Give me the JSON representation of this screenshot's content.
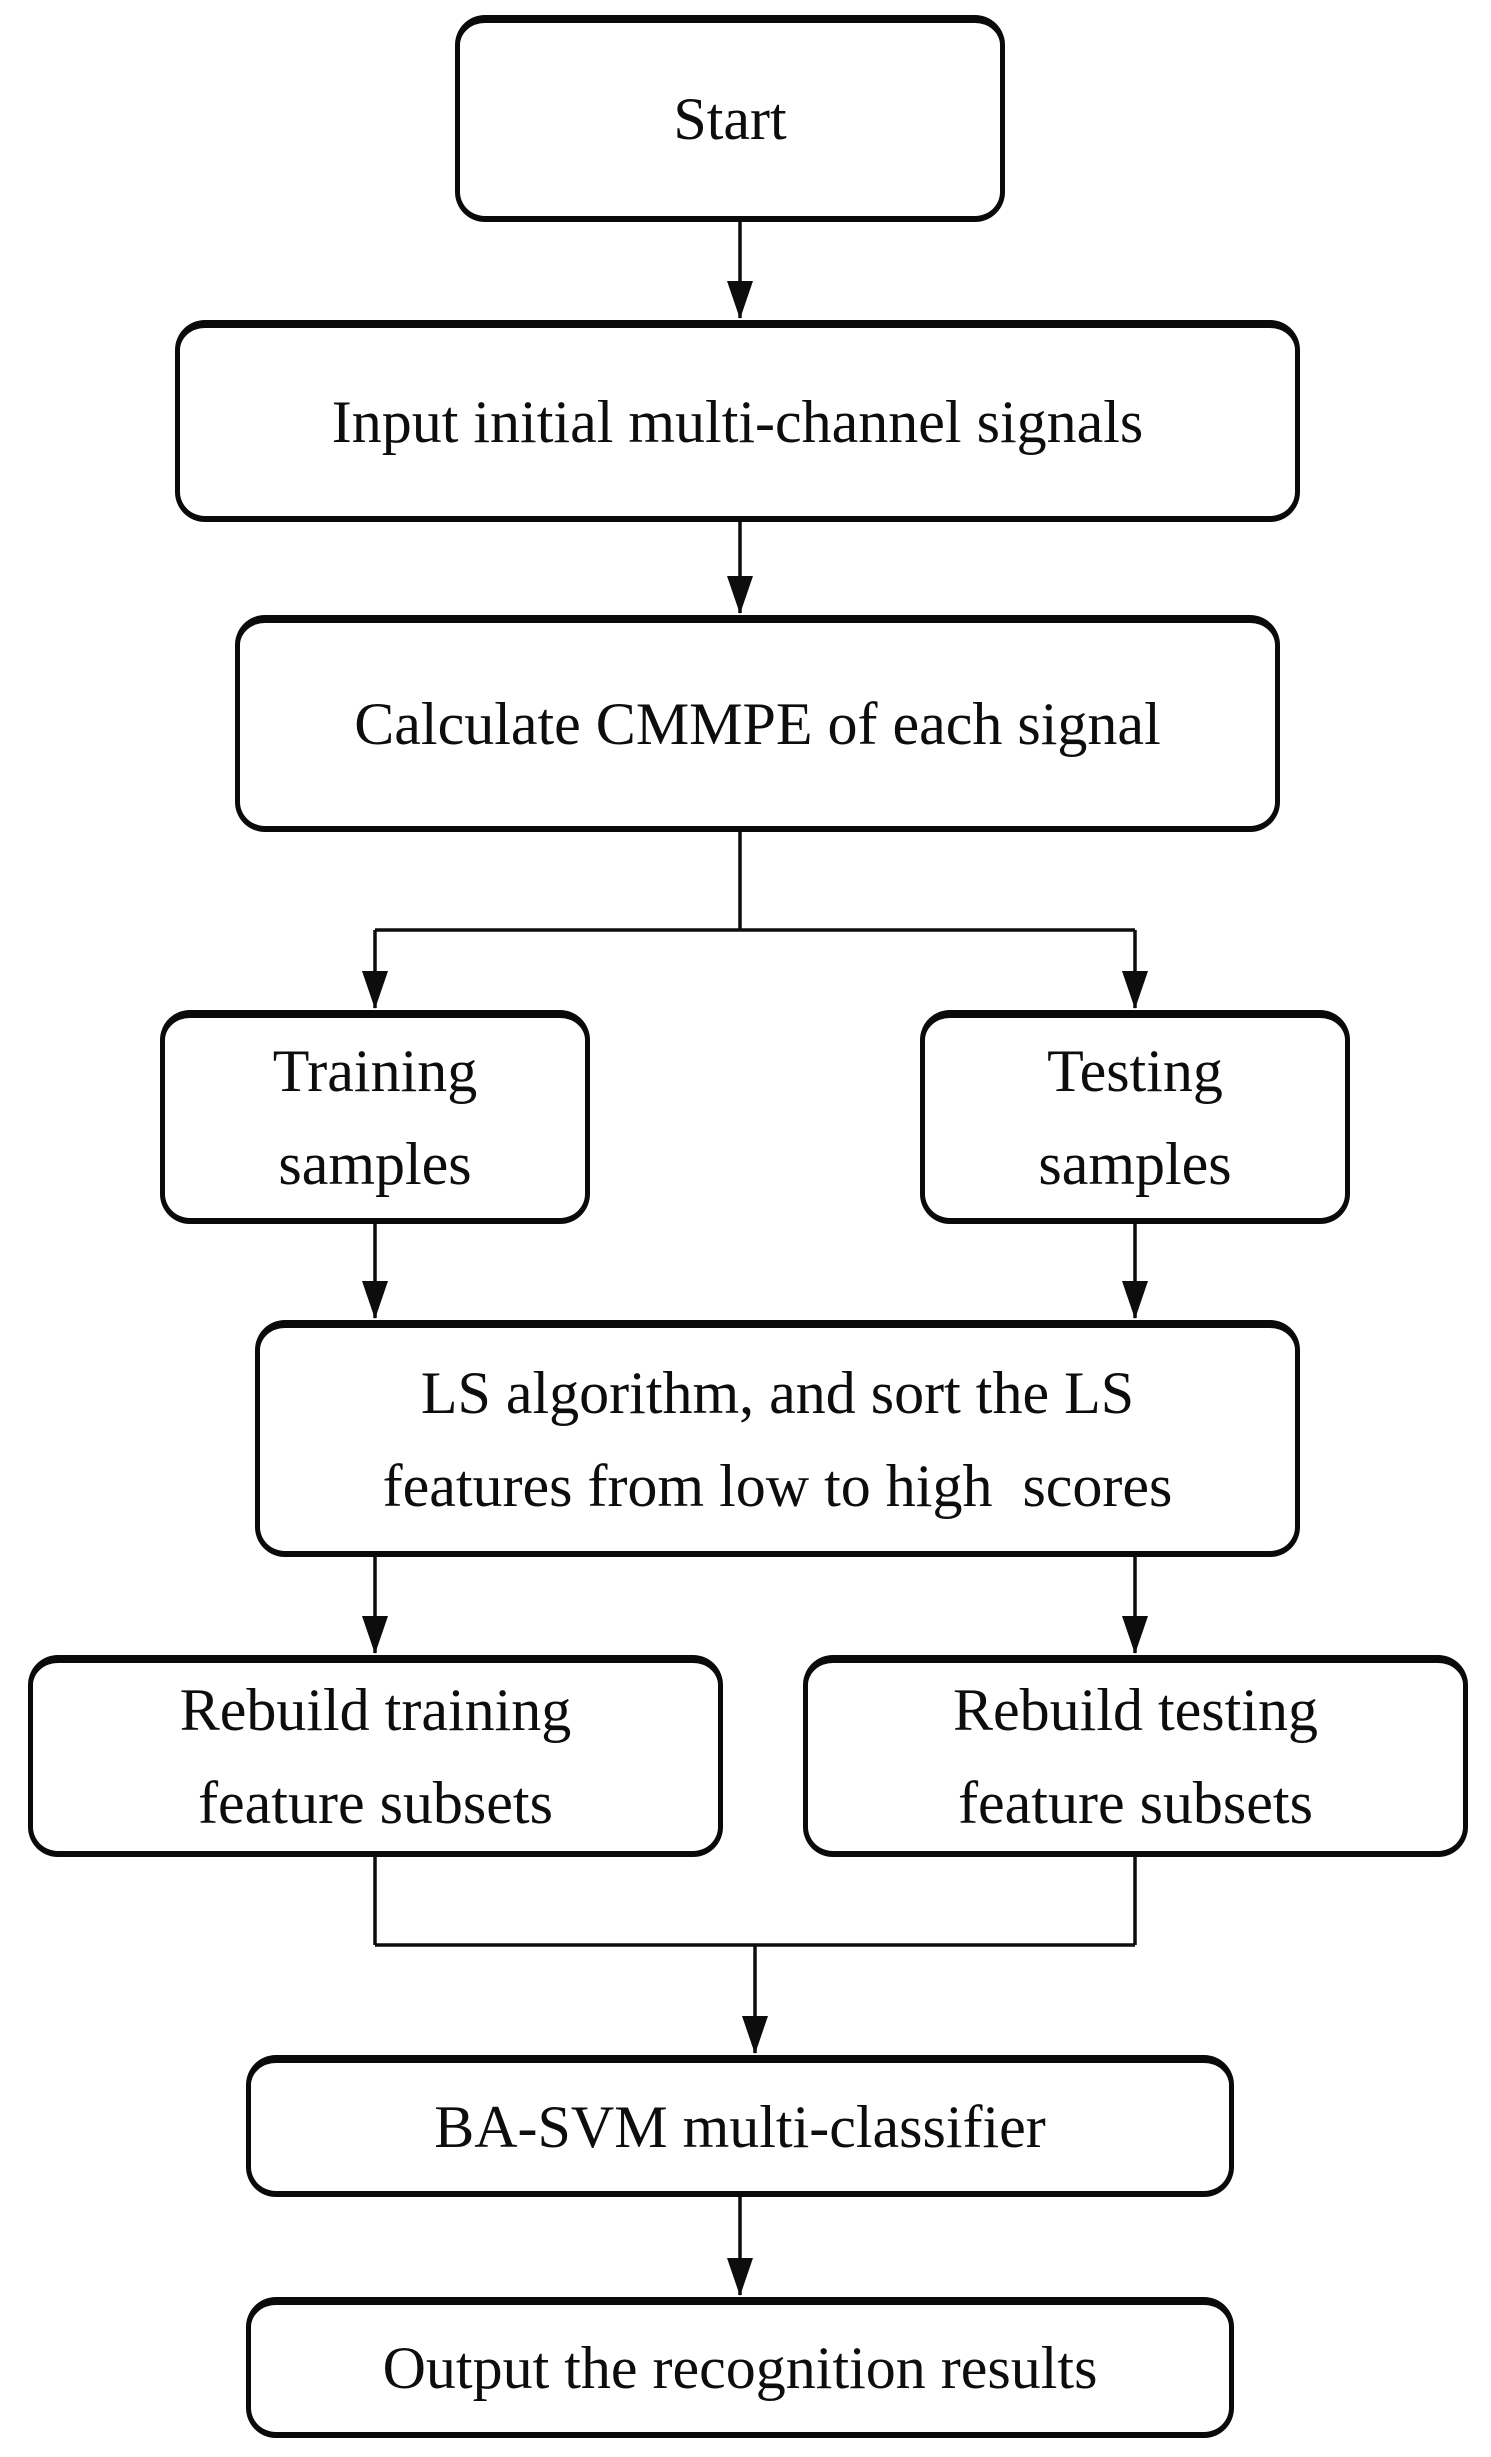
{
  "diagram": {
    "type": "flowchart",
    "background_color": "#ffffff",
    "box_border_color": "#0a0a0a",
    "box_fill_color": "#ffffff",
    "connector_color": "#0d0d0d",
    "text_color": "#0d0d0d",
    "nodes": {
      "start": {
        "label": "Start"
      },
      "input": {
        "label": "Input initial multi-channel signals"
      },
      "calc": {
        "label": "Calculate CMMPE of each signal"
      },
      "training": {
        "lines": [
          "Training",
          "samples"
        ]
      },
      "testing": {
        "lines": [
          "Testing",
          "samples"
        ]
      },
      "ls": {
        "lines": [
          "LS algorithm, and sort the LS",
          "features from low to high  scores"
        ]
      },
      "rebuild_train": {
        "lines": [
          "Rebuild training",
          "feature subsets"
        ]
      },
      "rebuild_test": {
        "lines": [
          "Rebuild testing",
          "feature subsets"
        ]
      },
      "basvm": {
        "label": "BA-SVM multi-classifier"
      },
      "output": {
        "label": "Output the recognition results"
      }
    },
    "edges": [
      {
        "from": "start",
        "to": "input"
      },
      {
        "from": "input",
        "to": "calc"
      },
      {
        "from": "calc",
        "to": "training"
      },
      {
        "from": "calc",
        "to": "testing"
      },
      {
        "from": "training",
        "to": "ls"
      },
      {
        "from": "testing",
        "to": "ls"
      },
      {
        "from": "ls",
        "to": "rebuild_train"
      },
      {
        "from": "ls",
        "to": "rebuild_test"
      },
      {
        "from": "rebuild_train",
        "to": "basvm"
      },
      {
        "from": "rebuild_test",
        "to": "basvm"
      },
      {
        "from": "basvm",
        "to": "output"
      }
    ]
  }
}
